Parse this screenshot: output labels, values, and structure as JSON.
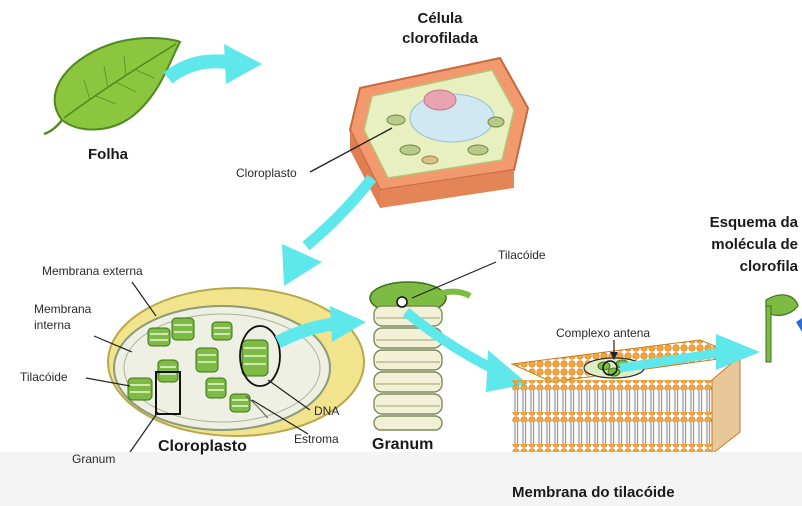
{
  "labels": {
    "folha": "Folha",
    "celula_line1": "Célula",
    "celula_line2": "clorofilada",
    "cloroplasto_small": "Cloroplasto",
    "membrana_externa": "Membrana externa",
    "membrana_interna_line1": "Membrana",
    "membrana_interna_line2": "interna",
    "tilacoide_left": "Tilacóide",
    "granum_small": "Granum",
    "cloroplasto_big": "Cloroplasto",
    "dna": "DNA",
    "estroma": "Estroma",
    "granum_big": "Granum",
    "tilacoide_top": "Tilacóide",
    "complexo_antena": "Complexo antena",
    "membrana_tilacoide": "Membrana do tilacóide",
    "esquema_line1": "Esquema da",
    "esquema_line2": "molécula de",
    "esquema_line3": "clorofila"
  },
  "colors": {
    "arrow": "#5fe8ec",
    "leaf": "#8cc63f",
    "cell_wall": "#f29a6e",
    "chloroplast_outer": "#eef0e4",
    "thylakoid_green": "#7dbb42",
    "granum_body": "#f2f0d6",
    "membrane_orange": "#f2a53a"
  }
}
